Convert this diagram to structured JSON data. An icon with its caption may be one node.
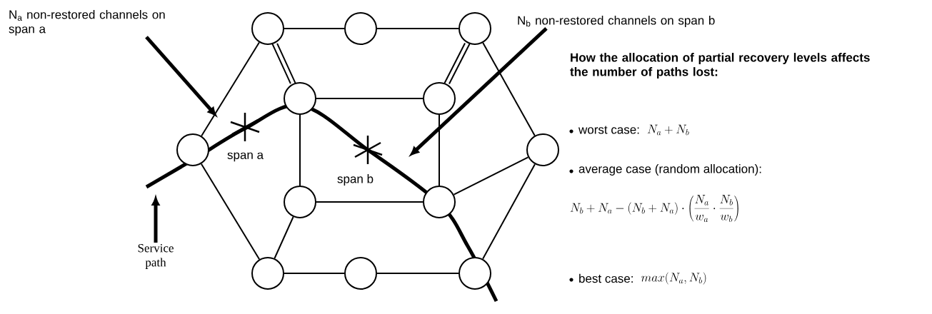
{
  "diagram": {
    "nodes": [
      {
        "text": [],
        "shape": "circle"
      },
      {
        "text": [],
        "shape": "circle"
      },
      {
        "text": [],
        "shape": "circle"
      },
      {
        "text": [],
        "shape": "circle"
      },
      {
        "text": [],
        "shape": "circle"
      },
      {
        "text": [],
        "shape": "circle"
      },
      {
        "text": [],
        "shape": "circle"
      },
      {
        "text": [],
        "shape": "circle"
      },
      {
        "text": [],
        "shape": "circle"
      },
      {
        "text": [],
        "shape": "circle"
      },
      {
        "text": [],
        "shape": "circle"
      },
      {
        "text": [],
        "shape": "circle"
      },
      {
        "text": [
          "N$_{a}$ non-restored channels on span a"
        ]
      },
      {
        "text": [
          "N$_{b}$ non-restored channels on span b"
        ]
      },
      {
        "text": [
          "Service path"
        ]
      }
    ],
    "edges": [
      {
        "from": 0,
        "to": 1,
        "arrow": "none"
      },
      {
        "from": 1,
        "to": 2,
        "arrow": "none"
      },
      {
        "from": 0,
        "to": 5,
        "arrow": "none"
      },
      {
        "from": 0,
        "to": 3,
        "arrow": "none"
      },
      {
        "from": 0,
        "to": 3,
        "arrow": "none"
      },
      {
        "from": 2,
        "to": 4,
        "arrow": "none"
      },
      {
        "from": 2,
        "to": 4,
        "arrow": "none"
      },
      {
        "from": 2,
        "to": 6,
        "arrow": "none"
      },
      {
        "from": 3,
        "to": 4,
        "arrow": "none"
      },
      {
        "from": 3,
        "to": 7,
        "arrow": "none"
      },
      {
        "from": 4,
        "to": 8,
        "arrow": "none"
      },
      {
        "from": 7,
        "to": 8,
        "arrow": "none"
      },
      {
        "from": 8,
        "to": 6,
        "arrow": "none"
      },
      {
        "from": 5,
        "to": 9,
        "arrow": "none"
      },
      {
        "from": 9,
        "to": 7,
        "arrow": "none"
      },
      {
        "from": 6,
        "to": 11,
        "arrow": "none"
      },
      {
        "from": 9,
        "to": 10,
        "arrow": "none"
      },
      {
        "from": 10,
        "to": 11,
        "arrow": "none"
      },
      {
        "from": 12,
        "to": null,
        "arrow": "to",
        "style": "thick"
      },
      {
        "from": 13,
        "to": null,
        "arrow": "to",
        "style": "thick"
      },
      {
        "from": 14,
        "to": null,
        "arrow": "to",
        "style": "thick"
      }
    ],
    "labels": [
      "span a",
      "span b",
      "How the allocation of partial recovery levels affects the number of paths lost:",
      "worst case:",
      "N_a + N_b",
      "average case (random allocation):",
      "N_b + N_a - (N_b + N_a) \\cdot \\left(\\frac{N_a}{w_a} \\cdot \\frac{N_b}{w_b}\\right)",
      "best case:",
      "max(N_a, N_b)"
    ]
  }
}
